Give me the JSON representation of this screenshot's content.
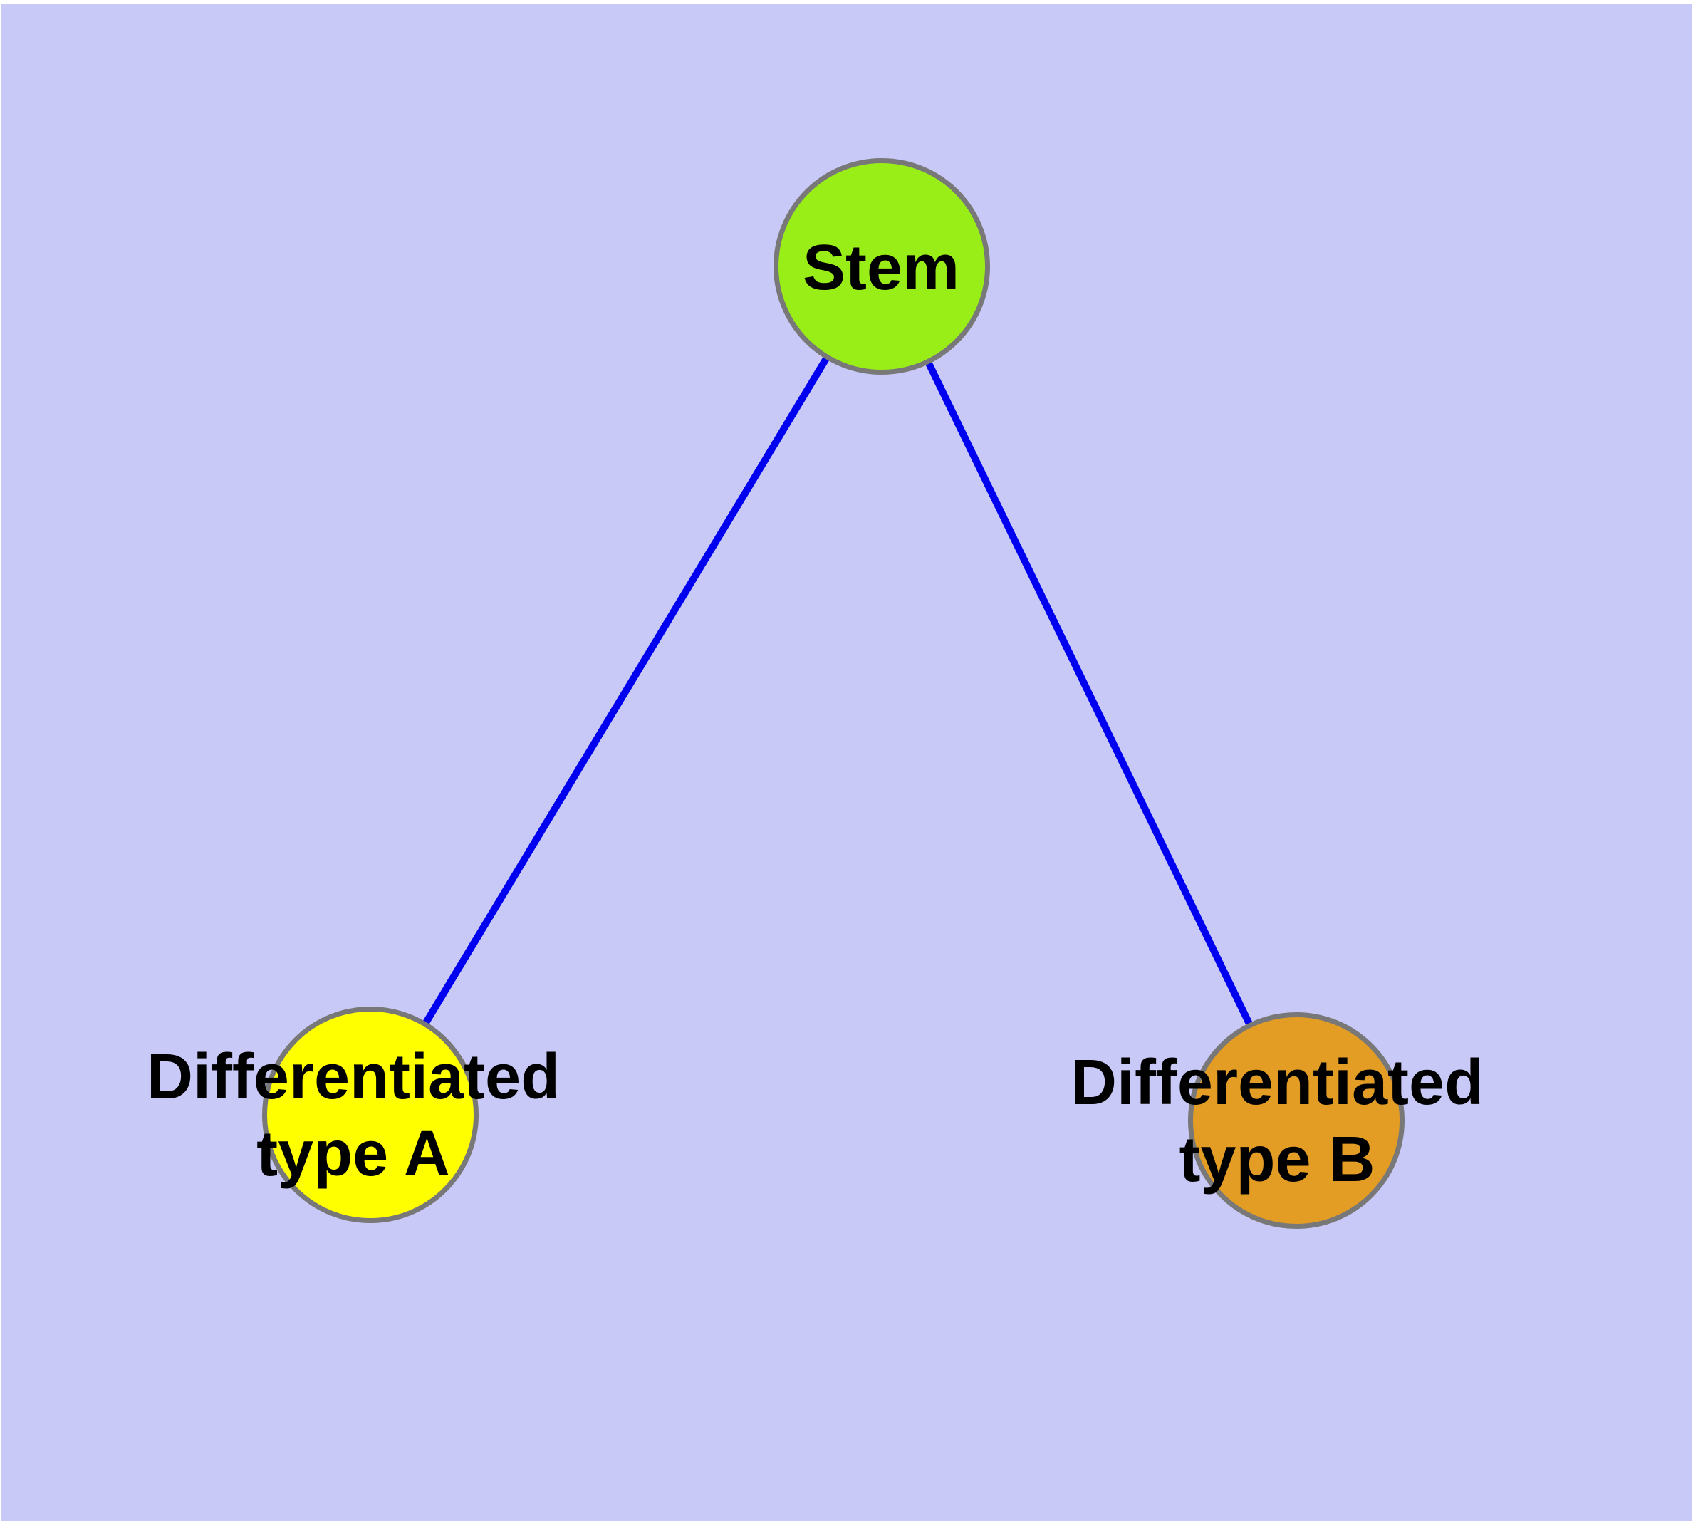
{
  "diagram": {
    "type": "graph",
    "colors": {
      "background": "#c9c9f8",
      "edge": "#0000f0",
      "node_border": "#787878",
      "label": "#000000"
    },
    "nodes": [
      {
        "id": "stem",
        "label": "Stem",
        "fill": "#9aee17"
      },
      {
        "id": "type-a",
        "label": "Differentiated\ntype A",
        "fill": "#ffff00"
      },
      {
        "id": "type-b",
        "label": "Differentiated\ntype B",
        "fill": "#e49d24"
      }
    ],
    "edges": [
      {
        "from": "Stem",
        "to": "Differentiated type A"
      },
      {
        "from": "Stem",
        "to": "Differentiated type B"
      }
    ]
  }
}
